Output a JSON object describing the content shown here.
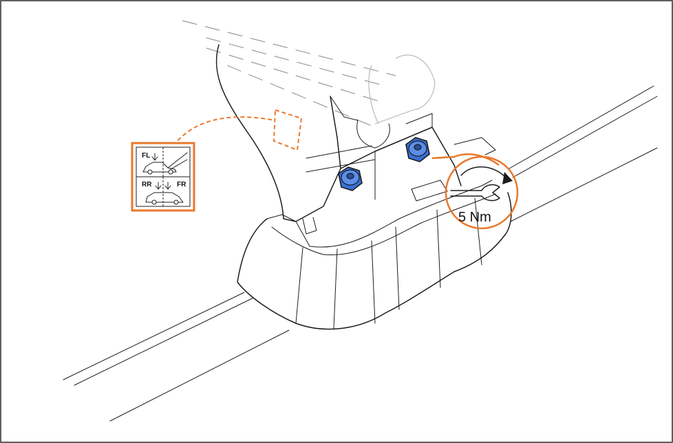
{
  "colors": {
    "accent": "#e9782a",
    "nut": "#3a6fd8",
    "ink": "#1c1c1c"
  },
  "torque_callout": {
    "value": "5 Nm",
    "icon": "wrench-icon",
    "direction_icon": "clockwise-arrow-icon"
  },
  "position_label": {
    "front_left": "FL",
    "rear_right": "RR",
    "front_right": "FR",
    "icons": [
      "car-icon",
      "car-icon"
    ]
  }
}
